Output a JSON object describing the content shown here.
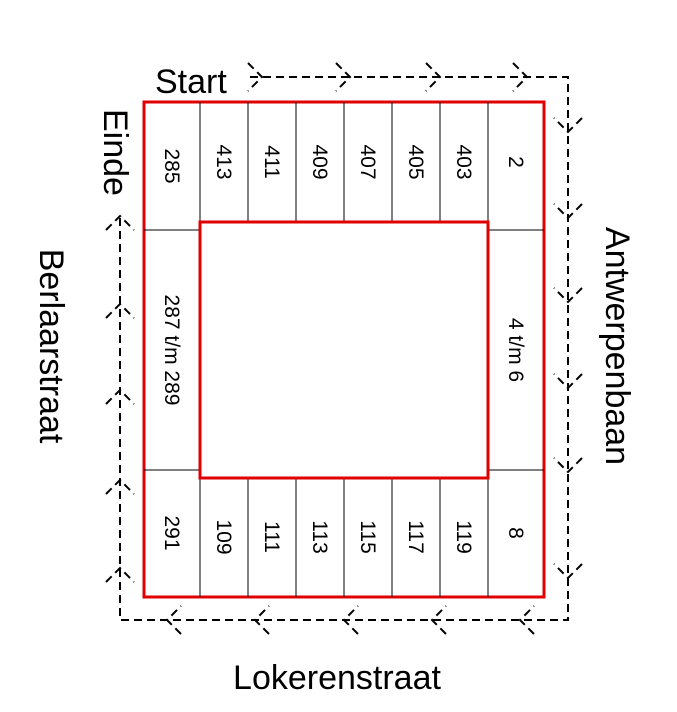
{
  "labels": {
    "start": "Start",
    "end": "Einde",
    "streets": {
      "right": "Antwerpenbaan",
      "left": "Berlaarstraat",
      "bottom": "Lokerenstraat"
    }
  },
  "lots": {
    "top": [
      "285",
      "413",
      "411",
      "409",
      "407",
      "405",
      "403",
      "2"
    ],
    "bottom": [
      "291",
      "109",
      "111",
      "113",
      "115",
      "117",
      "119",
      "8"
    ],
    "left_middle": "287 t/m 289",
    "right_middle": "4 t/m 6"
  },
  "colors": {
    "border": "#e00000",
    "route": "#000000"
  }
}
